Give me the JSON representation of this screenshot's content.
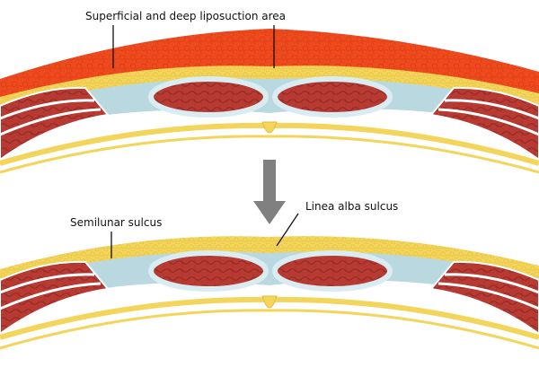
{
  "labels": {
    "liposuction_area": "Superficial and deep liposuction area",
    "linea_alba_sulcus": "Linea alba sulcus",
    "semilunar_sulcus": "Semilunar sulcus"
  },
  "colors": {
    "superficial_fat": "#ee4a1e",
    "deep_fat": "#f2d55a",
    "fascia": "#b9d8e0",
    "muscle": "#b83a32",
    "muscle_dark": "#8e2a24",
    "arrow": "#808080",
    "background": "#ffffff"
  }
}
